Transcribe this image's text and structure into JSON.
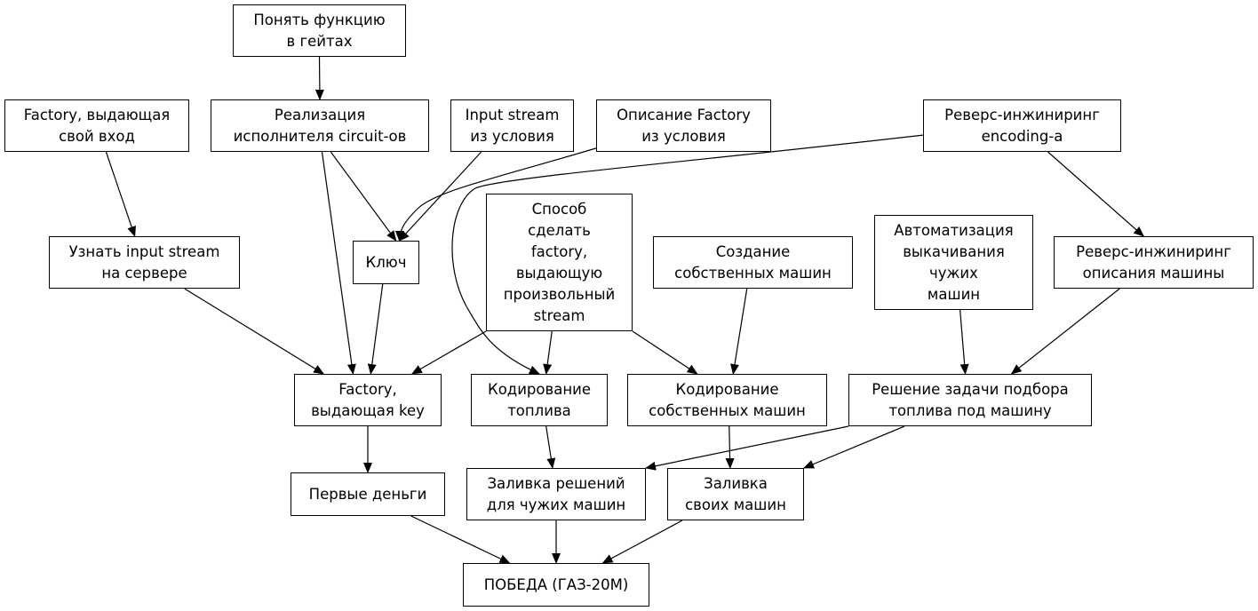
{
  "nodes": {
    "ponyat_funkciyu": "Понять функцию\nв гейтах",
    "factory_svoy_vhod": "Factory, выдающая\nсвой вход",
    "realizaciya": "Реализация\nисполнителя circuit-ов",
    "input_stream": "Input stream\nиз условия",
    "opisanie_factory": "Описание Factory\nиз условия",
    "revers_encoding": "Реверс-инжиниринг\nencoding-а",
    "sposob": "Способ\nсделать\nfactory,\nвыдающую\nпроизвольный\nstream",
    "avtomatizaciya": "Автоматизация\nвыкачивания\nчужих\nмашин",
    "uznat_input": "Узнать input stream\nна сервере",
    "klyuch": "Ключ",
    "sozdanie": "Создание\nсобственных машин",
    "revers_opisaniya": "Реверс-инжиниринг\nописания машины",
    "factory_key": "Factory,\nвыдающая key",
    "kodirovanie_topliva": "Кодирование\nтоплива",
    "kodirovanie_mashin": "Кодирование\nсобственных машин",
    "reshenie": "Решение задачи подбора\nтоплива под машину",
    "pervye_dengi": "Первые деньги",
    "zalivka_chuzhih": "Заливка решений\nдля чужих машин",
    "zalivka_svoih": "Заливка\nсвоих машин",
    "pobeda": "ПОБЕДА (ГАЗ-20М)"
  },
  "edges": [
    [
      "ponyat_funkciyu",
      "realizaciya"
    ],
    [
      "factory_svoy_vhod",
      "uznat_input"
    ],
    [
      "realizaciya",
      "klyuch"
    ],
    [
      "realizaciya",
      "factory_key"
    ],
    [
      "input_stream",
      "klyuch"
    ],
    [
      "opisanie_factory",
      "klyuch"
    ],
    [
      "revers_encoding",
      "kodirovanie_topliva"
    ],
    [
      "revers_encoding",
      "revers_opisaniya"
    ],
    [
      "uznat_input",
      "factory_key"
    ],
    [
      "klyuch",
      "factory_key"
    ],
    [
      "sposob",
      "factory_key"
    ],
    [
      "sposob",
      "kodirovanie_topliva"
    ],
    [
      "sposob",
      "kodirovanie_mashin"
    ],
    [
      "sozdanie",
      "kodirovanie_mashin"
    ],
    [
      "avtomatizaciya",
      "reshenie"
    ],
    [
      "revers_opisaniya",
      "reshenie"
    ],
    [
      "factory_key",
      "pervye_dengi"
    ],
    [
      "kodirovanie_topliva",
      "zalivka_chuzhih"
    ],
    [
      "kodirovanie_mashin",
      "zalivka_svoih"
    ],
    [
      "reshenie",
      "zalivka_chuzhih"
    ],
    [
      "reshenie",
      "zalivka_svoih"
    ],
    [
      "pervye_dengi",
      "pobeda"
    ],
    [
      "zalivka_chuzhih",
      "pobeda"
    ],
    [
      "zalivka_svoih",
      "pobeda"
    ]
  ]
}
